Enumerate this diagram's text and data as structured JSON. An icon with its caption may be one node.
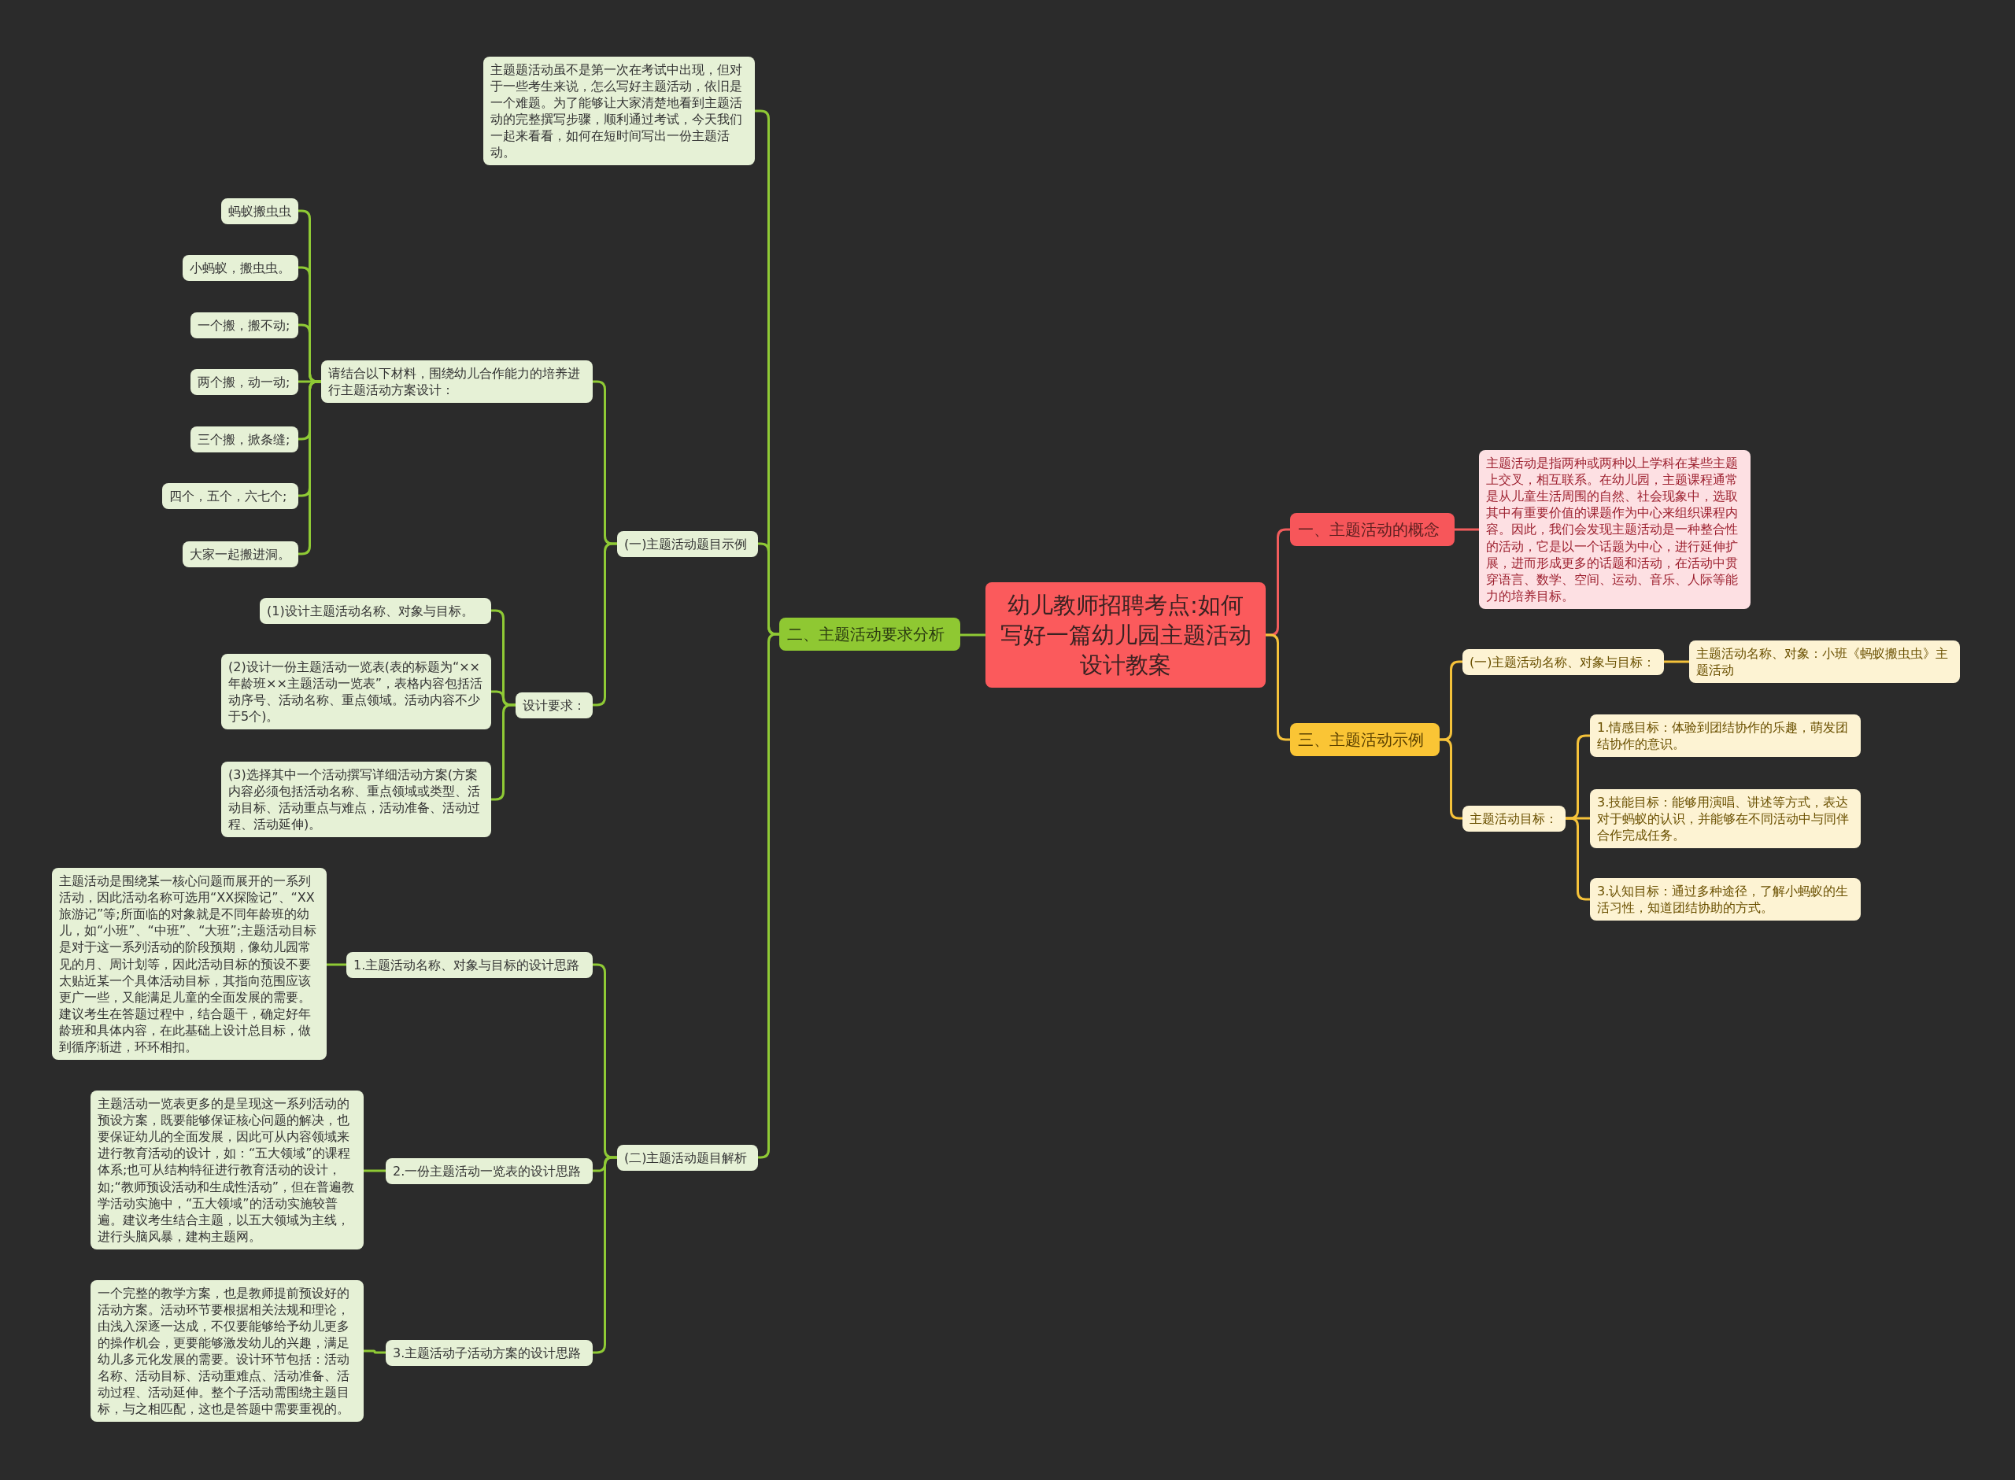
{
  "diagram": {
    "nodes": [
      {
        "text": [
          "幼儿教师招聘考点:如何写好一篇幼儿园主题活动设计教案"
        ]
      },
      {
        "text": [
          "一、主题活动的概念"
        ]
      },
      {
        "text": [
          "主题活动是指两种或两种以上学科在某些主题上交叉，相互联系。在幼儿园，主题课程通常是从儿童生活周围的自然、社会现象中，选取其中有重要价值的课题作为中心来组织课程内容。因此，我们会发现主题活动是一种整合性的活动，它是以一个话题为中心，进行延伸扩展，进而形成更多的话题和活动，在活动中贯穿语言、数学、空间、运动、音乐、人际等能力的培养目标。"
        ]
      },
      {
        "text": [
          "三、主题活动示例"
        ]
      },
      {
        "text": [
          "(一)主题活动名称、对象与目标："
        ]
      },
      {
        "text": [
          "主题活动名称、对象：小班《蚂蚁搬虫虫》主题活动"
        ]
      },
      {
        "text": [
          "主题活动目标："
        ]
      },
      {
        "text": [
          "1.情感目标：体验到团结协作的乐趣，萌发团结协作的意识。"
        ]
      },
      {
        "text": [
          "3.技能目标：能够用演唱、讲述等方式，表达对于蚂蚁的认识，并能够在不同活动中与同伴合作完成任务。"
        ]
      },
      {
        "text": [
          "3.认知目标：通过多种途径，了解小蚂蚁的生活习性，知道团结协助的方式。"
        ]
      },
      {
        "text": [
          "二、主题活动要求分析"
        ]
      },
      {
        "text": [
          "主题题活动虽不是第一次在考试中出现，但对于一些考生来说，怎么写好主题活动，依旧是一个难题。为了能够让大家清楚地看到主题活动的完整撰写步骤，顺利通过考试，今天我们一起来看看，如何在短时间写出一份主题活动。"
        ]
      },
      {
        "text": [
          "(一)主题活动题目示例"
        ]
      },
      {
        "text": [
          "请结合以下材料，围绕幼儿合作能力的培养进行主题活动方案设计："
        ]
      },
      {
        "text": [
          "蚂蚁搬虫虫"
        ]
      },
      {
        "text": [
          "小蚂蚁，搬虫虫。"
        ]
      },
      {
        "text": [
          "一个搬，搬不动;"
        ]
      },
      {
        "text": [
          "两个搬，动一动;"
        ]
      },
      {
        "text": [
          "三个搬，掀条缝;"
        ]
      },
      {
        "text": [
          "四个，五个，六七个;"
        ]
      },
      {
        "text": [
          "大家一起搬进洞。"
        ]
      },
      {
        "text": [
          "设计要求："
        ]
      },
      {
        "text": [
          "(1)设计主题活动名称、对象与目标。"
        ]
      },
      {
        "text": [
          "(2)设计一份主题活动一览表(表的标题为“××年龄班××主题活动一览表”，表格内容包括活动序号、活动名称、重点领域。活动内容不少于5个)。"
        ]
      },
      {
        "text": [
          "(3)选择其中一个活动撰写详细活动方案(方案内容必须包括活动名称、重点领域或类型、活动目标、活动重点与难点，活动准备、活动过程、活动延伸)。"
        ]
      },
      {
        "text": [
          "(二)主题活动题目解析"
        ]
      },
      {
        "text": [
          "1.主题活动名称、对象与目标的设计思路"
        ]
      },
      {
        "text": [
          "主题活动是围绕某一核心问题而展开的一系列活动，因此活动名称可选用“XX探险记”、“XX旅游记”等;所面临的对象就是不同年龄班的幼儿，如“小班”、“中班”、“大班”;主题活动目标是对于这一系列活动的阶段预期，像幼儿园常见的月、周计划等，因此活动目标的预设不要太贴近某一个具体活动目标，其指向范围应该更广一些，又能满足儿童的全面发展的需要。建议考生在答题过程中，结合题干，确定好年龄班和具体内容，在此基础上设计总目标，做到循序渐进，环环相扣。"
        ]
      },
      {
        "text": [
          "2.一份主题活动一览表的设计思路"
        ]
      },
      {
        "text": [
          "主题活动一览表更多的是呈现这一系列活动的预设方案，既要能够保证核心问题的解决，也要保证幼儿的全面发展，因此可从内容领域来进行教育活动的设计，如：“五大领域”的课程体系;也可从结构特征进行教育活动的设计，如;“教师预设活动和生成性活动”，但在普遍教学活动实施中，“五大领域”的活动实施较普遍。建议考生结合主题，以五大领域为主线，进行头脑风暴，建构主题网。"
        ]
      },
      {
        "text": [
          "3.主题活动子活动方案的设计思路"
        ]
      },
      {
        "text": [
          "一个完整的教学方案，也是教师提前预设好的活动方案。活动环节要根据相关法规和理论，由浅入深逐一达成，不仅要能够给予幼儿更多的操作机会，更要能够激发幼儿的兴趣，满足幼儿多元化发展的需要。设计环节包括：活动名称、活动目标、活动重难点、活动准备、活动过程、活动延伸。整个子活动需围绕主题目标，与之相匹配，这也是答题中需要重视的。"
        ]
      }
    ],
    "edges": [
      {
        "from": 0,
        "to": 1,
        "arrow": "none",
        "color": "#f25c5c"
      },
      {
        "from": 1,
        "to": 2,
        "arrow": "none",
        "color": "#f25c5c"
      },
      {
        "from": 0,
        "to": 3,
        "arrow": "none",
        "color": "#f5c23a"
      },
      {
        "from": 3,
        "to": 4,
        "arrow": "none",
        "color": "#f5c23a"
      },
      {
        "from": 4,
        "to": 5,
        "arrow": "none",
        "color": "#f5c23a"
      },
      {
        "from": 3,
        "to": 6,
        "arrow": "none",
        "color": "#f5c23a"
      },
      {
        "from": 6,
        "to": 7,
        "arrow": "none",
        "color": "#f5c23a"
      },
      {
        "from": 6,
        "to": 8,
        "arrow": "none",
        "color": "#f5c23a"
      },
      {
        "from": 6,
        "to": 9,
        "arrow": "none",
        "color": "#f5c23a"
      },
      {
        "from": 0,
        "to": 10,
        "arrow": "none"
      },
      {
        "from": 10,
        "to": 11,
        "arrow": "none"
      },
      {
        "from": 10,
        "to": 12,
        "arrow": "none"
      },
      {
        "from": 12,
        "to": 13,
        "arrow": "none"
      },
      {
        "from": 13,
        "to": 14,
        "arrow": "none"
      },
      {
        "from": 13,
        "to": 15,
        "arrow": "none"
      },
      {
        "from": 13,
        "to": 16,
        "arrow": "none"
      },
      {
        "from": 13,
        "to": 17,
        "arrow": "none"
      },
      {
        "from": 13,
        "to": 18,
        "arrow": "none"
      },
      {
        "from": 13,
        "to": 19,
        "arrow": "none"
      },
      {
        "from": 13,
        "to": 20,
        "arrow": "none"
      },
      {
        "from": 12,
        "to": 21,
        "arrow": "none"
      },
      {
        "from": 21,
        "to": 22,
        "arrow": "none"
      },
      {
        "from": 21,
        "to": 23,
        "arrow": "none"
      },
      {
        "from": 21,
        "to": 24,
        "arrow": "none"
      },
      {
        "from": 10,
        "to": 25,
        "arrow": "none"
      },
      {
        "from": 25,
        "to": 26,
        "arrow": "none"
      },
      {
        "from": 26,
        "to": 27,
        "arrow": "none"
      },
      {
        "from": 25,
        "to": 28,
        "arrow": "none"
      },
      {
        "from": 28,
        "to": 29,
        "arrow": "none"
      },
      {
        "from": 25,
        "to": 30,
        "arrow": "none"
      },
      {
        "from": 30,
        "to": 31,
        "arrow": "none"
      }
    ]
  }
}
